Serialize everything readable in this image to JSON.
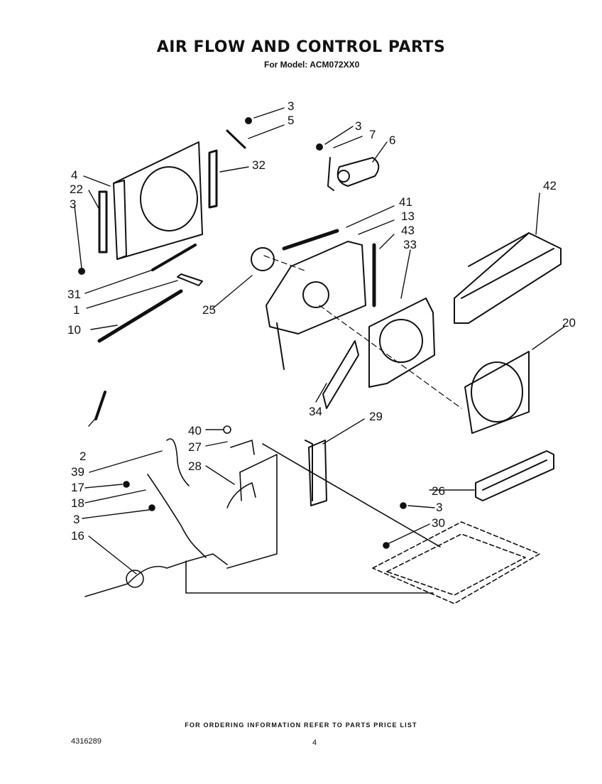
{
  "title": "AIR FLOW AND CONTROL PARTS",
  "subtitle": "For Model: ACM072XX0",
  "footer": "FOR ORDERING INFORMATION REFER TO PARTS PRICE LIST",
  "document_number": "4316289",
  "page_number": "4",
  "part_labels": {
    "p3a": "3",
    "p5": "5",
    "p3b": "3",
    "p7": "7",
    "p6": "6",
    "p32": "32",
    "p4": "4",
    "p22": "22",
    "p3c": "3",
    "p42": "42",
    "p41": "41",
    "p13": "13",
    "p43": "43",
    "p33": "33",
    "p31": "31",
    "p1": "1",
    "p10": "10",
    "p25": "25",
    "p20": "20",
    "p34": "34",
    "p29": "29",
    "p40": "40",
    "p27": "27",
    "p2": "2",
    "p39": "39",
    "p28": "28",
    "p17": "17",
    "p18": "18",
    "p3d": "3",
    "p26": "26",
    "p3e": "3",
    "p30": "30",
    "p16": "16"
  }
}
